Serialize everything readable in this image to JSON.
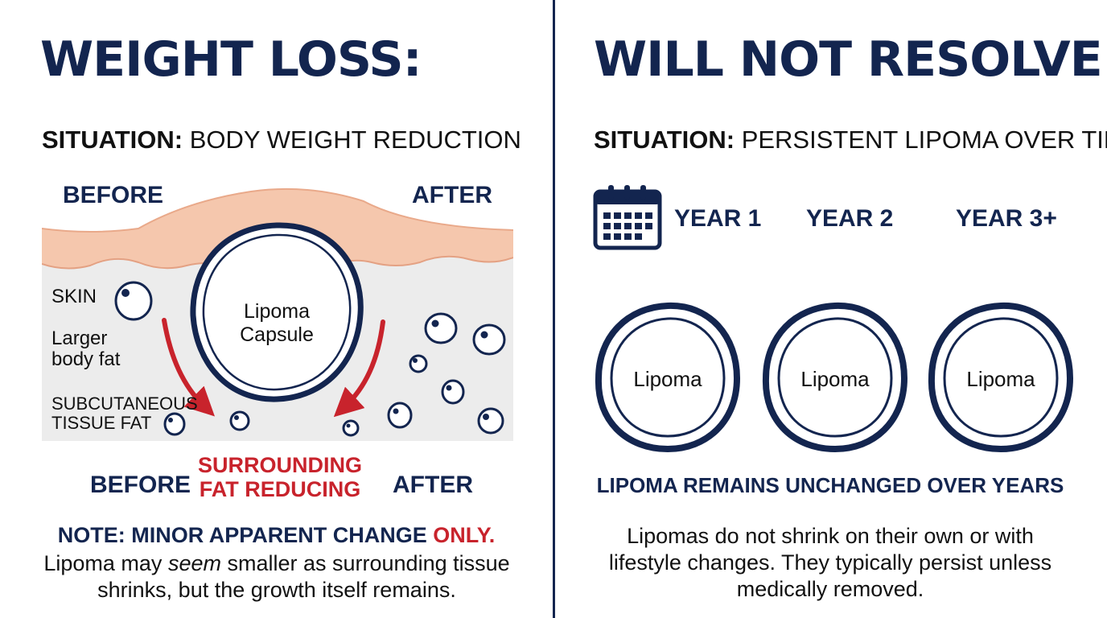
{
  "left": {
    "title": "WEIGHT LOSS:",
    "situation_label": "SITUATION:",
    "situation_text": " BODY WEIGHT REDUCTION",
    "top_before": "BEFORE",
    "top_after": "AFTER",
    "labels": {
      "skin": "SKIN",
      "larger_line1": "Larger",
      "larger_line2": "body fat",
      "subcut_line1": "SUBCUTANEOUS",
      "subcut_line2": "TISSUE FAT"
    },
    "capsule_line1": "Lipoma",
    "capsule_line2": "Capsule",
    "bottom_before": "BEFORE",
    "surrounding_line1": "SURROUNDING",
    "surrounding_line2": "FAT REDUCING",
    "bottom_after": "AFTER",
    "note_prefix": "NOTE: MINOR APPARENT CHANGE ",
    "note_emphasis": "ONLY.",
    "note_body_1": "Lipoma may ",
    "note_body_italic": "seem",
    "note_body_2": " smaller as surrounding tissue shrinks, but the growth itself remains."
  },
  "right": {
    "title": "WILL NOT RESOLVE:",
    "situation_label": "SITUATION:",
    "situation_text": " PERSISTENT LIPOMA OVER TIME",
    "years": [
      "YEAR 1",
      "YEAR 2",
      "YEAR 3+"
    ],
    "lipoma_labels": [
      "Lipoma",
      "Lipoma",
      "Lipoma"
    ],
    "caption": "LIPOMA REMAINS UNCHANGED OVER YEARS",
    "body": "Lipomas do not shrink on their own or with lifestyle changes. They typically persist unless medically removed."
  },
  "colors": {
    "navy": "#13254f",
    "red": "#c8232c",
    "skin": "#f5c7ad",
    "fat_tissue": "#ececec"
  },
  "icons": [
    "calendar-icon",
    "curved-arrow-icon"
  ]
}
